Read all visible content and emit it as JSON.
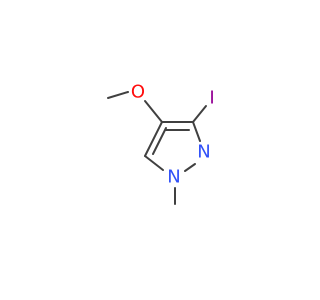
{
  "molecule": {
    "atoms": {
      "oxygen": {
        "symbol": "O",
        "color": "#ff0d0d"
      },
      "iodine": {
        "symbol": "I",
        "color": "#940094"
      },
      "nitrogen_2": {
        "symbol": "N",
        "color": "#3050f8"
      },
      "nitrogen_1": {
        "symbol": "N",
        "color": "#3050f8"
      }
    },
    "bond_color": "#404040"
  }
}
